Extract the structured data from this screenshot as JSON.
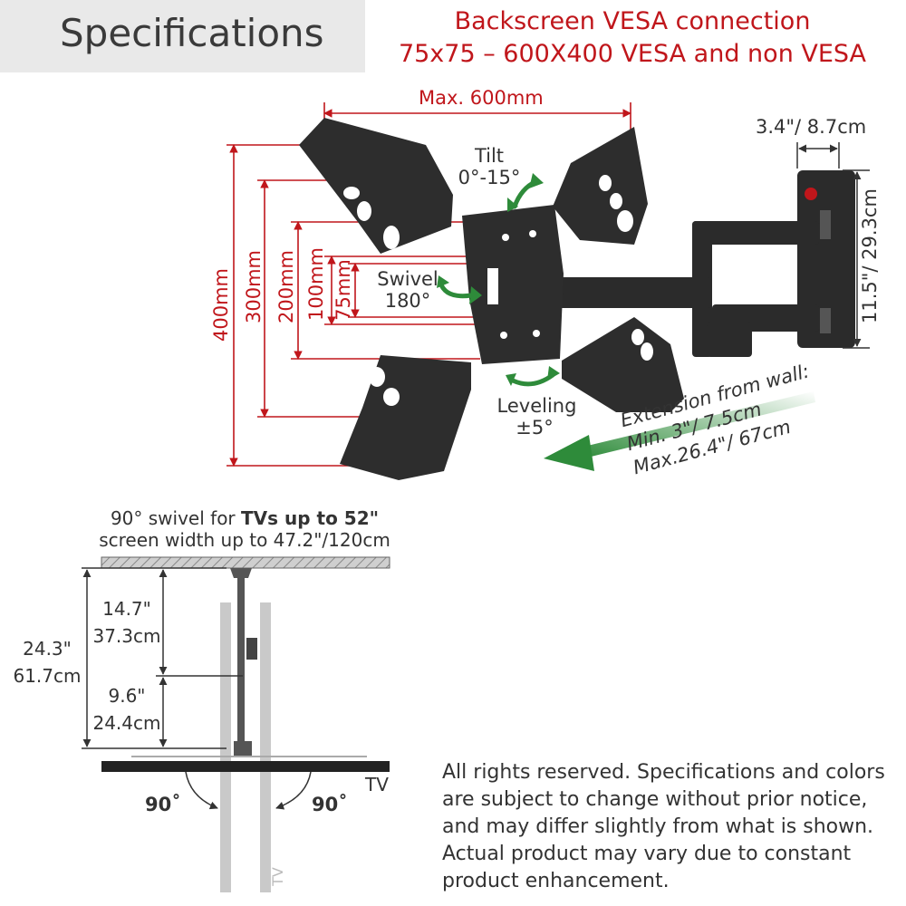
{
  "header": {
    "title": "Specifications",
    "vesa_line1": "Backscreen VESA connection",
    "vesa_line2": "75x75 – 600X400 VESA and non VESA"
  },
  "dimensions": {
    "max_width": "Max. 600mm",
    "h400": "400mm",
    "h300": "300mm",
    "h200": "200mm",
    "h100": "100mm",
    "h75": "75mm",
    "depth_plate": "3.4\"/ 8.7cm",
    "plate_height": "11.5\"/ 29.3cm"
  },
  "motions": {
    "tilt_title": "Tilt",
    "tilt_range": "0°-15°",
    "swivel_title": "Swivel",
    "swivel_range": "180°",
    "leveling_title": "Leveling",
    "leveling_range": "±5°"
  },
  "extension": {
    "line1": "Extension from wall:",
    "line2": "Min. 3\"/ 7.5cm",
    "line3": "Max.26.4\"/ 67cm"
  },
  "top_view": {
    "caption_pre": "90° swivel for ",
    "caption_bold": "TVs up to 52\"",
    "caption_line2": "screen width up to 47.2\"/120cm",
    "total_in": "24.3\"",
    "total_cm": "61.7cm",
    "upper_in": "14.7\"",
    "upper_cm": "37.3cm",
    "lower_in": "9.6\"",
    "lower_cm": "24.4cm",
    "tv_label": "TV",
    "tv_label_vertical": "TV",
    "angle_left": "90˚",
    "angle_right": "90˚"
  },
  "notice": {
    "line1": "All rights reserved. Specifications and colors",
    "line2": "are subject to change without prior notice,",
    "line3": "and may differ slightly from what is shown.",
    "line4": "Actual product may vary due to constant",
    "line5": "product enhancement."
  },
  "colors": {
    "dimension_red": "#c0161b",
    "arrow_green": "#2e8b3a",
    "mount_black": "#2b2b2b",
    "title_bg": "#e9e9e9"
  }
}
